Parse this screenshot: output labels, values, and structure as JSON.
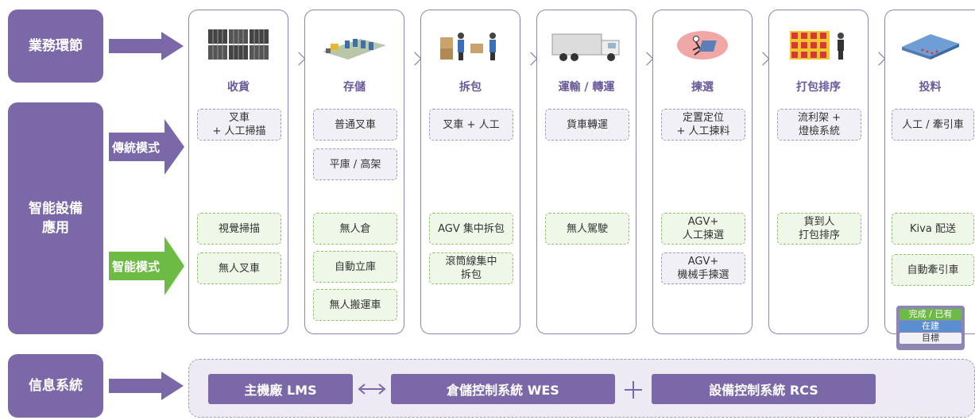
{
  "left_labels": {
    "business": "業務環節",
    "smart": "智能設備\n應用",
    "info": "信息系統"
  },
  "modes": {
    "traditional": "傳統模式",
    "smart": "智能模式"
  },
  "colors": {
    "purple": "#7b68a8",
    "green": "#6dbb45",
    "light_purple": "#f1f0f6",
    "light_green": "#eef7e8",
    "blue": "#5b8ed0"
  },
  "columns": [
    {
      "title": "收貨",
      "icon": "pallet-boxes-icon"
    },
    {
      "title": "存儲",
      "icon": "warehouse-icon"
    },
    {
      "title": "拆包",
      "icon": "unpacking-workers-icon"
    },
    {
      "title": "運輸 / 轉運",
      "icon": "truck-icon"
    },
    {
      "title": "揀選",
      "icon": "picking-person-icon"
    },
    {
      "title": "打包排序",
      "icon": "rack-worker-icon"
    },
    {
      "title": "投料",
      "icon": "conveyor-machine-icon"
    }
  ],
  "traditional_boxes": {
    "receiving": [
      "叉車\n+ 人工掃描"
    ],
    "storage": [
      "普通叉車",
      "平庫 / 高架"
    ],
    "unpacking": [
      "叉車 + 人工"
    ],
    "transport": [
      "貨車轉運"
    ],
    "picking": [
      "定置定位\n+ 人工揀料"
    ],
    "packing": [
      "流利架 +\n燈檢系統"
    ],
    "feeding": [
      "人工 / 牽引車"
    ]
  },
  "smart_boxes": {
    "receiving": [
      "視覺掃描",
      "無人叉車"
    ],
    "storage": [
      "無人倉",
      "自動立庫",
      "無人搬運車"
    ],
    "unpacking": [
      "AGV 集中拆包",
      "滾筒線集中\n拆包"
    ],
    "transport": [
      "無人駕駛"
    ],
    "picking": [
      "AGV+\n人工揀選",
      "AGV+\n機械手揀選"
    ],
    "packing": [
      "貨到人\n打包排序"
    ],
    "feeding": [
      "Kiva 配送",
      "自動牽引車"
    ]
  },
  "legend": {
    "done": "完成 / 已有",
    "building": "在建",
    "target": "目標"
  },
  "systems": {
    "lms": "主機廠 LMS",
    "wes": "倉儲控制系統 WES",
    "rcs": "設備控制系統 RCS"
  }
}
